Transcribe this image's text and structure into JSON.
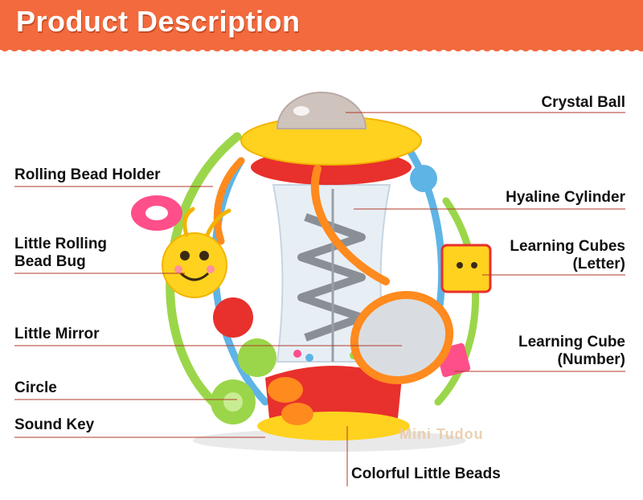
{
  "banner": {
    "title": "Product Description"
  },
  "labels": {
    "crystal_ball": "Crystal Ball",
    "rolling_bead_holder": "Rolling Bead Holder",
    "hyaline_cylinder": "Hyaline Cylinder",
    "little_rolling_bead_bug_line1": "Little Rolling",
    "little_rolling_bead_bug_line2": "Bead Bug",
    "learning_cubes_line1": "Learning Cubes",
    "learning_cubes_line2": "(Letter)",
    "little_mirror": "Little Mirror",
    "learning_cube_line1": "Learning Cube",
    "learning_cube_line2": "(Number)",
    "circle": "Circle",
    "sound_key": "Sound Key",
    "colorful_little_beads": "Colorful Little Beads"
  },
  "watermark": "Mini Tudou",
  "colors": {
    "banner": "#f26a3d",
    "leader_line": "#b23a2a",
    "toy_yellow": "#ffd21f",
    "toy_red": "#e8302c",
    "toy_green": "#9bd64a",
    "toy_blue": "#5fb4e6",
    "toy_orange": "#ff8a1e",
    "toy_pink": "#ff4f8a"
  }
}
